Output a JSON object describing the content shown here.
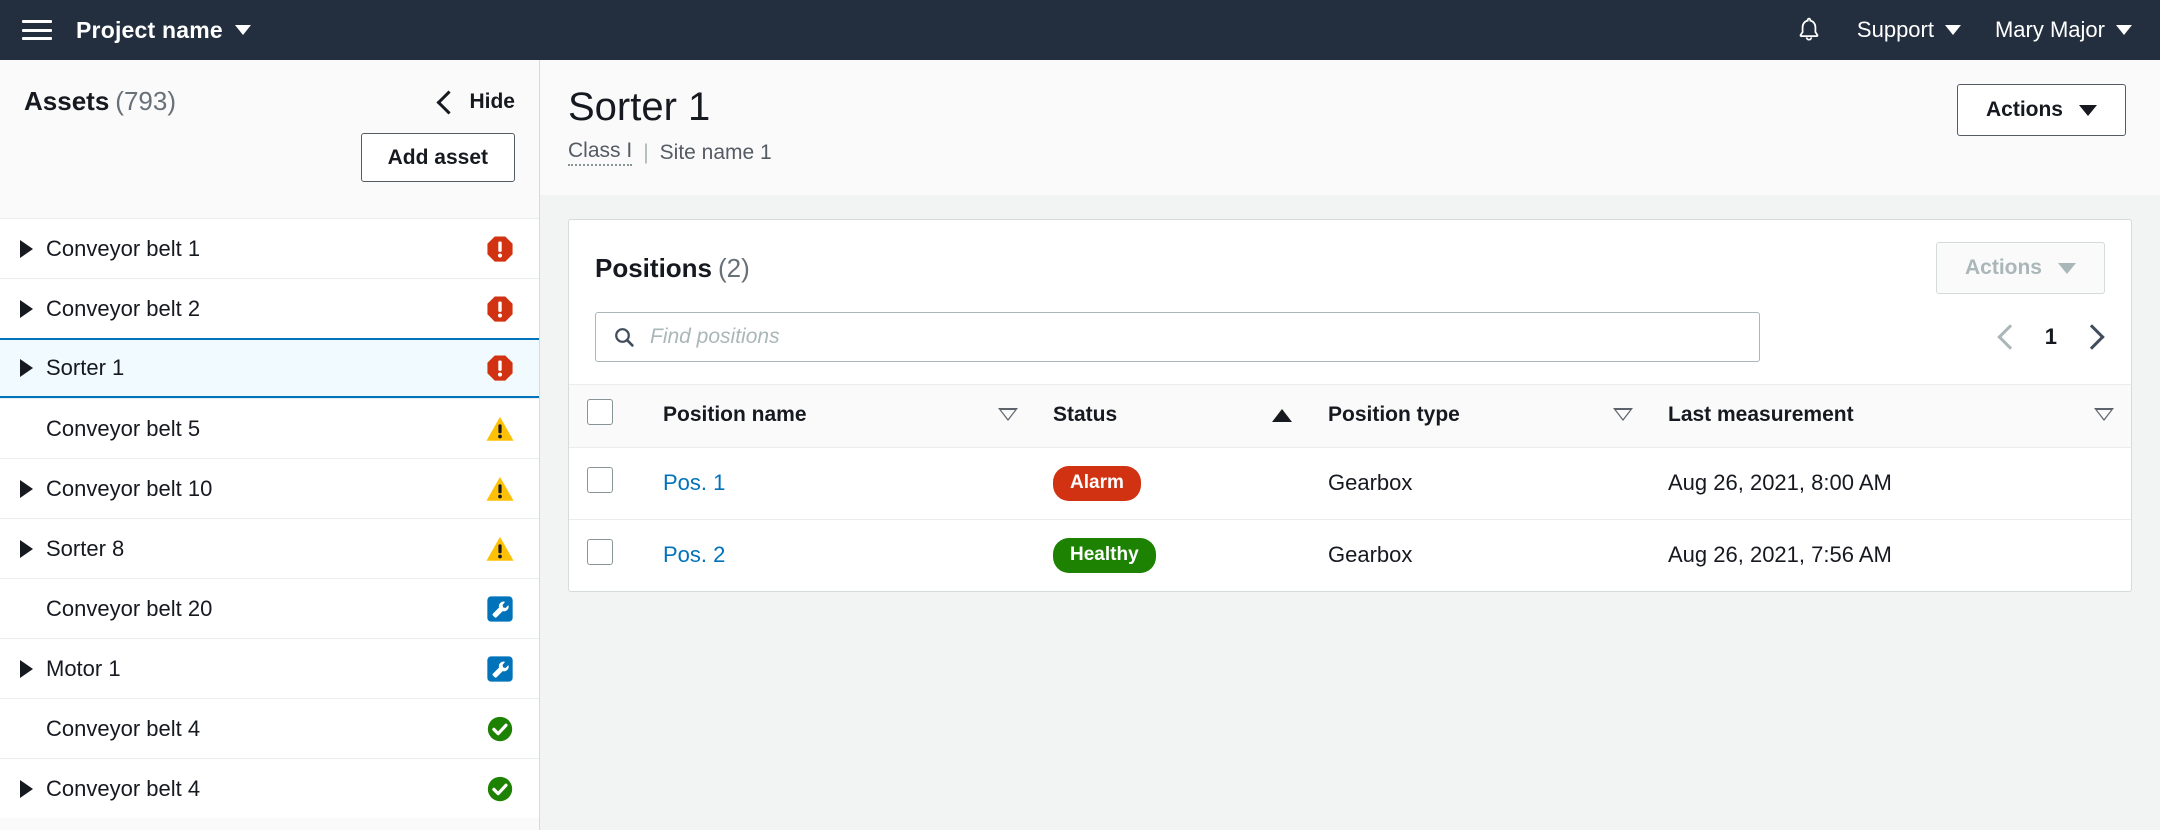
{
  "topnav": {
    "menu_icon": "hamburger-icon",
    "project_name": "Project name",
    "notifications_icon": "bell-icon",
    "support_label": "Support",
    "user_label": "Mary Major"
  },
  "sidebar": {
    "title": "Assets",
    "count": "(793)",
    "hide_label": "Hide",
    "add_asset_label": "Add asset",
    "items": [
      {
        "label": "Conveyor belt 1",
        "expandable": true,
        "status": "alarm",
        "selected": false
      },
      {
        "label": "Conveyor belt 2",
        "expandable": true,
        "status": "alarm",
        "selected": false
      },
      {
        "label": "Sorter 1",
        "expandable": true,
        "status": "alarm",
        "selected": true
      },
      {
        "label": "Conveyor belt 5",
        "expandable": false,
        "status": "warning",
        "selected": false
      },
      {
        "label": "Conveyor belt 10",
        "expandable": true,
        "status": "warning",
        "selected": false
      },
      {
        "label": "Sorter 8",
        "expandable": true,
        "status": "warning",
        "selected": false
      },
      {
        "label": "Conveyor belt 20",
        "expandable": false,
        "status": "maintenance",
        "selected": false
      },
      {
        "label": "Motor 1",
        "expandable": true,
        "status": "maintenance",
        "selected": false
      },
      {
        "label": "Conveyor belt 4",
        "expandable": false,
        "status": "healthy",
        "selected": false
      },
      {
        "label": "Conveyor belt 4",
        "expandable": true,
        "status": "healthy",
        "selected": false
      }
    ]
  },
  "header": {
    "title": "Sorter 1",
    "subtitle_class": "Class I",
    "subtitle_separator": "|",
    "subtitle_site": "Site name 1",
    "actions_label": "Actions"
  },
  "panel": {
    "title": "Positions",
    "count": "(2)",
    "actions_label": "Actions",
    "actions_disabled": true,
    "search": {
      "placeholder": "Find positions",
      "value": "",
      "icon": "search-icon"
    },
    "pagination": {
      "prev_enabled": false,
      "page": "1",
      "next_enabled": true
    },
    "table": {
      "columns": [
        {
          "label": "Position name",
          "sort": "none"
        },
        {
          "label": "Status",
          "sort": "asc"
        },
        {
          "label": "Position type",
          "sort": "none"
        },
        {
          "label": "Last measurement",
          "sort": "none"
        }
      ],
      "rows": [
        {
          "name": "Pos. 1",
          "status": "Alarm",
          "status_color": "#d13212",
          "type": "Gearbox",
          "last_measurement": "Aug 26, 2021, 8:00 AM"
        },
        {
          "name": "Pos. 2",
          "status": "Healthy",
          "status_color": "#1d8102",
          "type": "Gearbox",
          "last_measurement": "Aug 26, 2021, 7:56 AM"
        }
      ]
    }
  },
  "colors": {
    "nav_bg": "#232f3e",
    "link": "#0073bb",
    "alarm": "#d13212",
    "warning": "#ffc107",
    "maintenance": "#0073bb",
    "healthy": "#1d8102",
    "selected_row_bg": "#f1faff"
  }
}
